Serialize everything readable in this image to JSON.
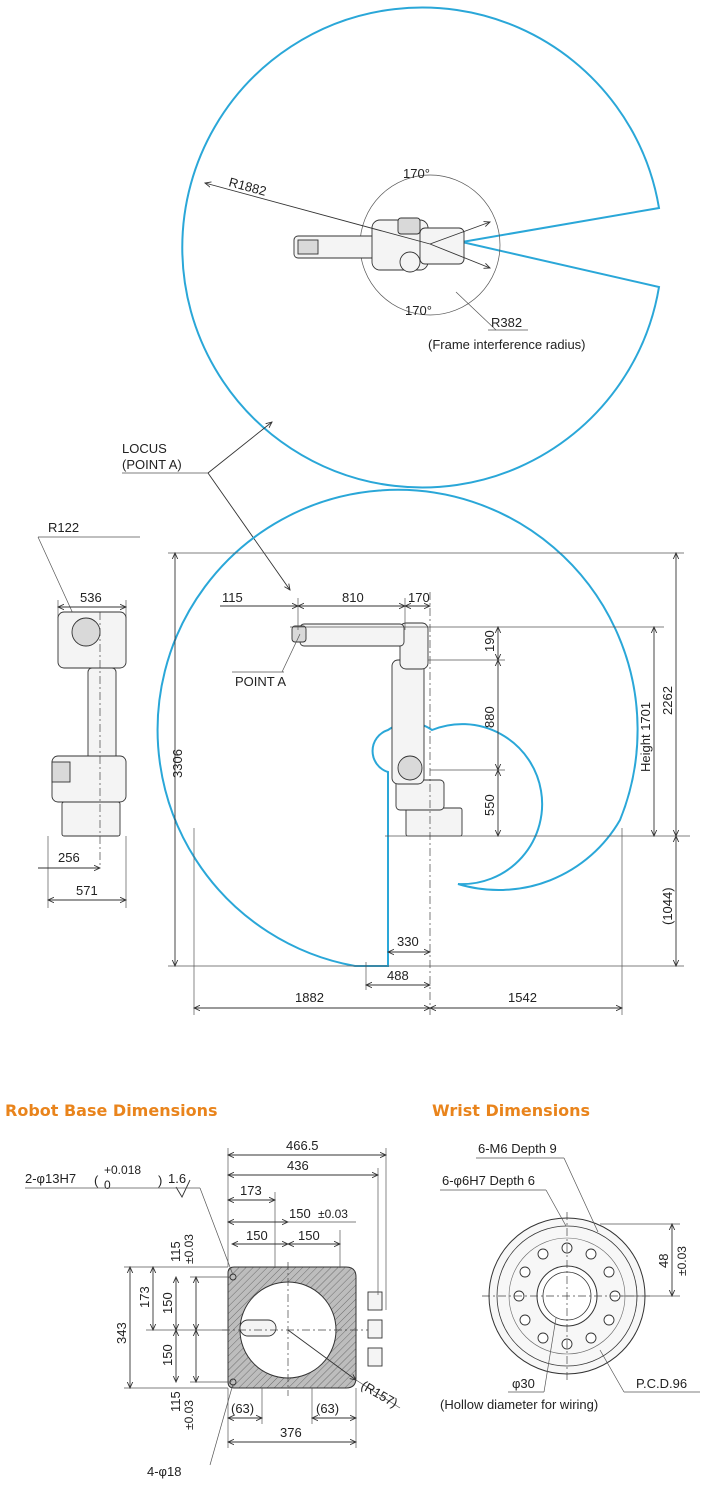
{
  "top_view": {
    "reach_radius": "R1882",
    "angle_upper": "170°",
    "angle_lower": "170°",
    "frame_radius": "R382",
    "frame_radius_note": "(Frame interference radius)"
  },
  "locus_label": {
    "line1": "LOCUS",
    "line2": "(POINT A)"
  },
  "side_view": {
    "d115": "115",
    "d810": "810",
    "d170": "170",
    "point_a": "POINT A",
    "d190": "190",
    "d880": "880",
    "d550": "550",
    "height": "Height 1701",
    "d2262": "2262",
    "d1044": "(1044)",
    "d3306": "3306",
    "d330": "330",
    "d488": "488",
    "d1882": "1882",
    "d1542": "1542"
  },
  "front_view": {
    "r122": "R122",
    "d536": "536",
    "d256": "256",
    "d571": "571"
  },
  "base": {
    "heading": "Robot Base Dimensions",
    "d4665": "466.5",
    "d436": "436",
    "d173top": "173",
    "d150": "150",
    "tol003": "±0.03",
    "d150a": "150",
    "d150b": "150",
    "hole_spec": "2-φ13H7",
    "tol_upper": "+0.018",
    "tol_lower": "0",
    "roughness": "1.6",
    "d115top": "115",
    "tol003_v1": "±0.03",
    "d343": "343",
    "d173left": "173",
    "d150v1": "150",
    "d150v2": "150",
    "d115bot": "115",
    "tol003_v2": "±0.03",
    "d63a": "(63)",
    "d63b": "(63)",
    "d376": "376",
    "r157": "(R157)",
    "mount_holes": "4-φ18"
  },
  "wrist": {
    "heading": "Wrist Dimensions",
    "tapped": "6-M6 Depth 9",
    "pins": "6-φ6H7 Depth 6",
    "d48": "48",
    "tol": "±0.03",
    "hollow": "φ30",
    "hollow_note": "(Hollow diameter for wiring)",
    "pcd": "P.C.D.96"
  },
  "colors": {
    "locus": "#2aa7d8",
    "heading": "#e9841c"
  }
}
